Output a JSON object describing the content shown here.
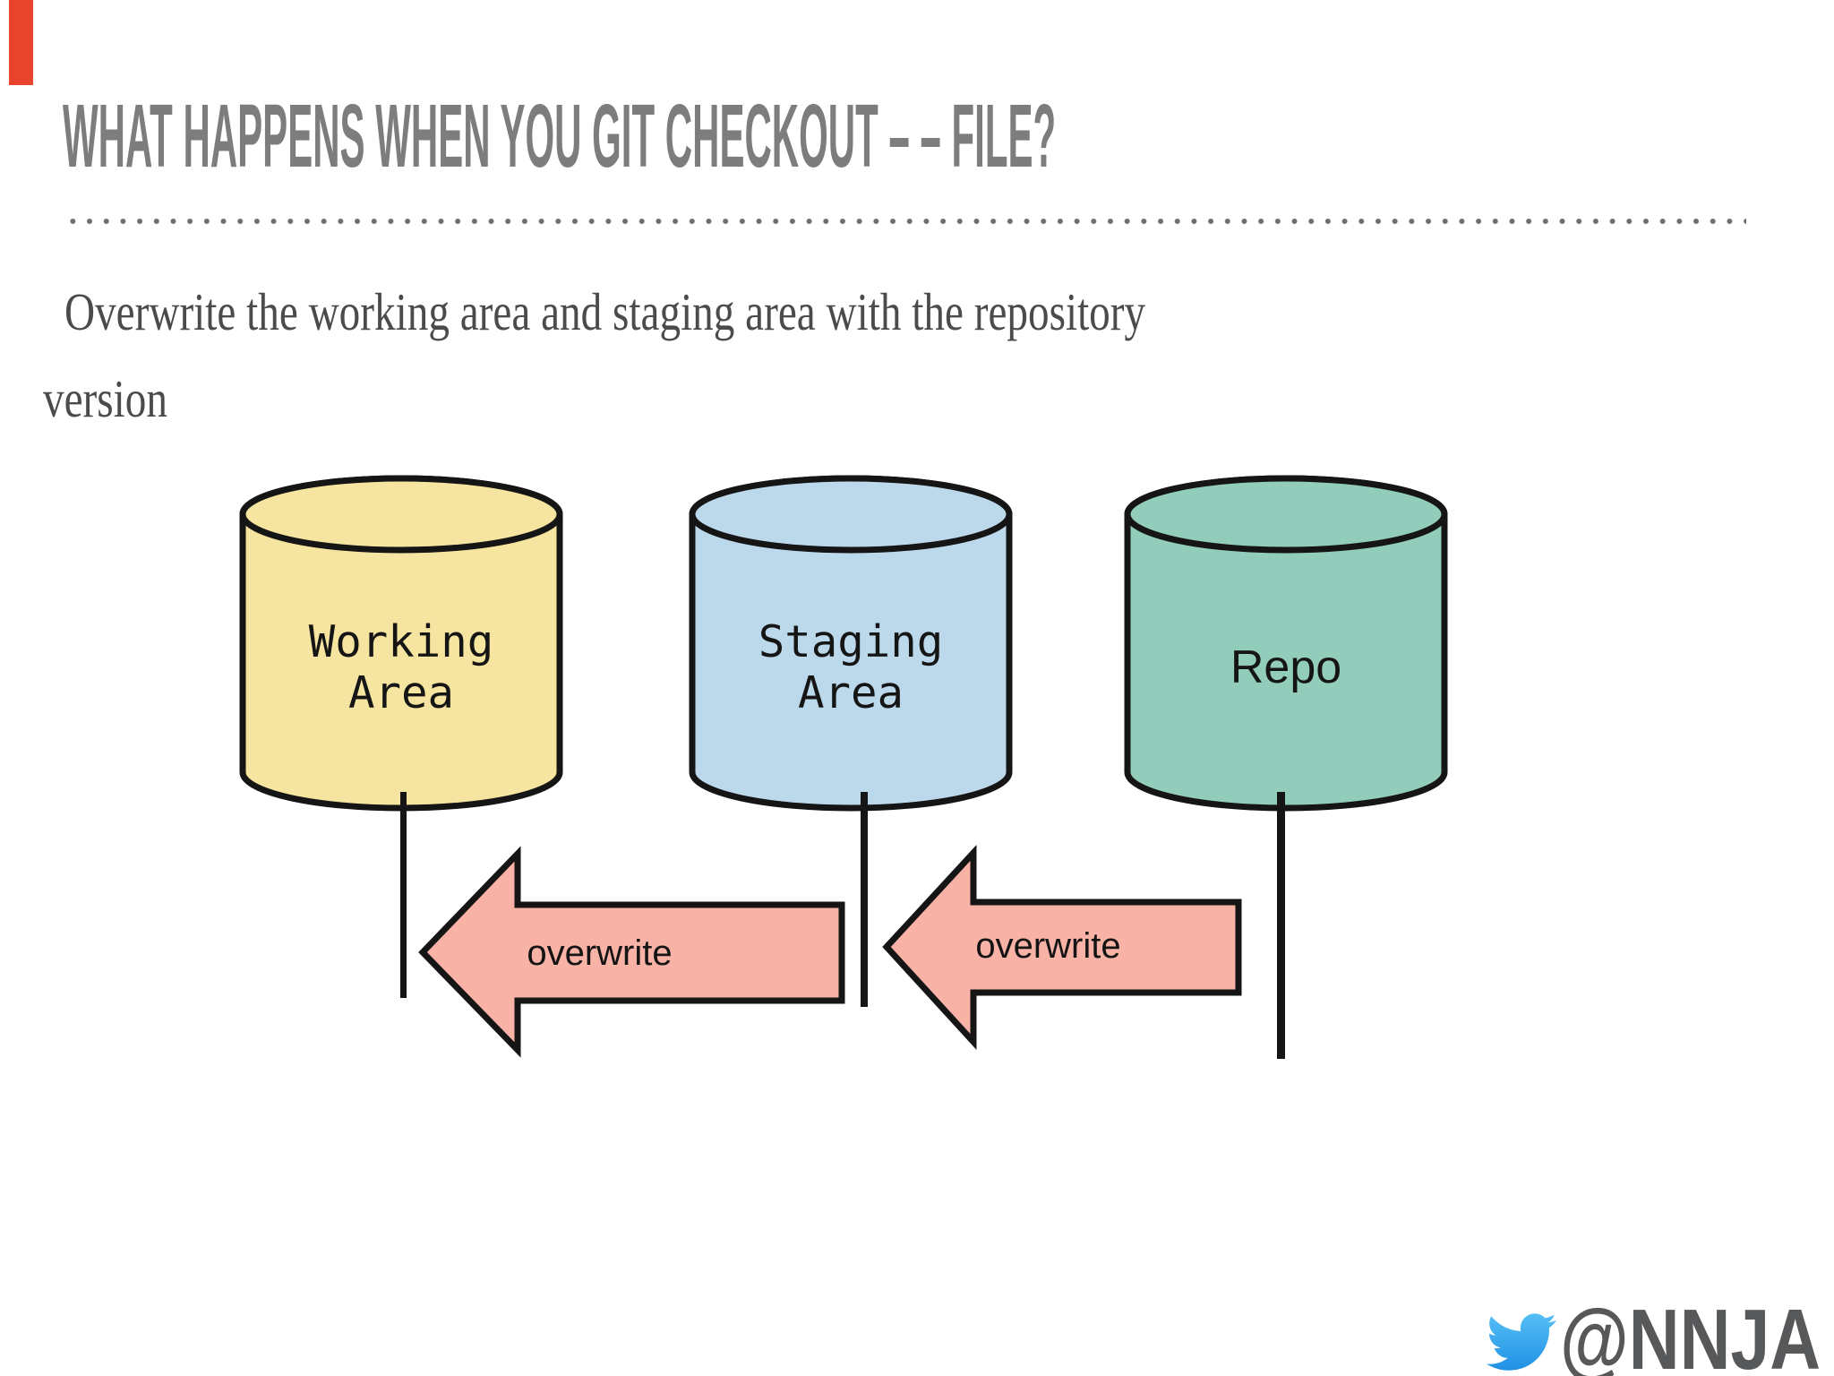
{
  "slide": {
    "title": "WHAT HAPPENS WHEN YOU GIT CHECKOUT – – FILE?",
    "subtitle_line1": "Overwrite the working area and staging area with the repository",
    "subtitle_line2": "version"
  },
  "diagram": {
    "cylinders": [
      {
        "name": "working-area",
        "label_line1": "Working",
        "label_line2": "Area",
        "fill": "#F6E5A0"
      },
      {
        "name": "staging-area",
        "label_line1": "Staging",
        "label_line2": "Area",
        "fill": "#BCD8EB"
      },
      {
        "name": "repo",
        "label_line1": "Repo",
        "label_line2": "",
        "fill": "#92CCBA"
      }
    ],
    "arrows": [
      {
        "label": "overwrite"
      },
      {
        "label": "overwrite"
      }
    ],
    "arrow_fill": "#F9B2A6",
    "outline_color": "#151515"
  },
  "footer": {
    "icon": "twitter-bird-icon",
    "twitter_handle": "@NNJA"
  },
  "colors": {
    "accent_red": "#E8442D",
    "title_gray": "#7D7D7D",
    "body_text_gray": "#4B4B4B",
    "dot_gray": "#6E6E6E",
    "handle_gray": "#57585A",
    "twitter_blue_light": "#55BFF5",
    "twitter_blue_dark": "#2090E5"
  }
}
